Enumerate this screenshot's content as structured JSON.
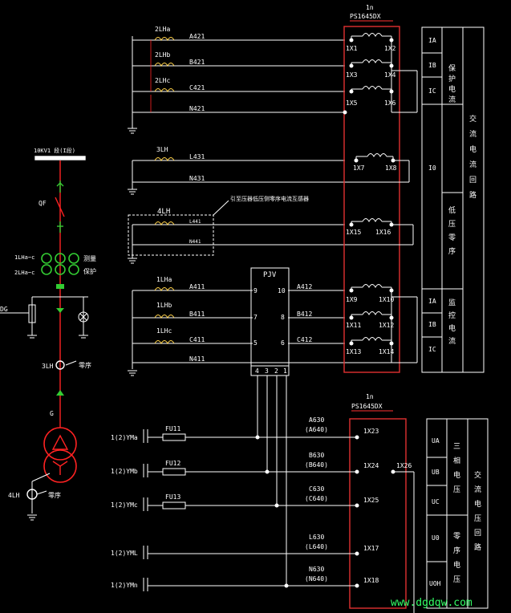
{
  "colors": {
    "background": "#000000",
    "wire": "#ffffff",
    "device": "#ff3333",
    "primary": "#ff2222",
    "current_transformer": "#ffd24a",
    "protection_box": "#e03030",
    "measurement_box": "#ff3333",
    "green_marks": "#33cc33",
    "watermark": "#33ff66"
  },
  "primary": {
    "bus_label": "10KV1 段(I段)",
    "qf": "QF",
    "ct_labels": [
      "1LHa~c",
      "2LHa~c"
    ],
    "ct_funcs": [
      "测量",
      "保护"
    ],
    "left_device": "DG",
    "zero_ct": "3LH",
    "zero_ct_func": "零序",
    "trans": "G",
    "zero_ct2": "4LH",
    "zero_ct2_func": "零序"
  },
  "ct_group1": [
    {
      "ct": "2LHa",
      "wire": "A421"
    },
    {
      "ct": "2LHb",
      "wire": "B421"
    },
    {
      "ct": "2LHc",
      "wire": "C421"
    },
    {
      "ct": "",
      "wire": "N421"
    }
  ],
  "ct_group2": [
    {
      "ct": "3LH",
      "wire": "L431"
    },
    {
      "ct": "",
      "wire": "N431"
    }
  ],
  "ct_group3": {
    "ct": "4LH",
    "wire1": "L441",
    "wire2": "N441",
    "note": "引至压器低压侧零序电流互感器"
  },
  "ct_group4": [
    {
      "ct": "1LHa",
      "wire": "A411",
      "pin": "9",
      "pin_out": "10",
      "wire_out": "A412"
    },
    {
      "ct": "1LHb",
      "wire": "B411",
      "pin": "7",
      "pin_out": "8",
      "wire_out": "B412"
    },
    {
      "ct": "1LHc",
      "wire": "C411",
      "pin": "5",
      "pin_out": "6",
      "wire_out": "C412"
    },
    {
      "ct": "",
      "wire": "N411",
      "pin": "",
      "pin_out": "",
      "wire_out": ""
    }
  ],
  "pjv": {
    "title": "PJV",
    "bottom_pins": [
      "4",
      "3",
      "2",
      "1"
    ]
  },
  "relay_top": {
    "head": "1n",
    "model": "PS1645DX",
    "terminals": [
      [
        "1X1",
        "1X2"
      ],
      [
        "1X3",
        "1X4"
      ],
      [
        "1X5",
        "1X6"
      ],
      [
        "1X7",
        "1X8"
      ],
      [
        "1X15",
        "1X16"
      ],
      [
        "1X9",
        "1X10"
      ],
      [
        "1X11",
        "1X12"
      ],
      [
        "1X13",
        "1X14"
      ]
    ]
  },
  "table_top": {
    "small": [
      "IA",
      "IB",
      "IC",
      "I0",
      "IA",
      "IB",
      "IC"
    ],
    "protect": "保护电流",
    "lowzero": "低压零序",
    "measure": "监控电流",
    "loop": "交流电流回路"
  },
  "voltage": {
    "buses": [
      "1(2)YMa",
      "1(2)YMb",
      "1(2)YMc",
      "1(2)YML",
      "1(2)YMn"
    ],
    "fuses": [
      "FU11",
      "FU12",
      "FU13"
    ],
    "wires": [
      [
        "A630",
        "(A640)"
      ],
      [
        "B630",
        "(B640)"
      ],
      [
        "C630",
        "(C640)"
      ],
      [
        "L630",
        "(L640)"
      ],
      [
        "N630",
        "(N640)"
      ]
    ],
    "terminals": [
      "1X23",
      "1X24",
      "1X25",
      "1X17",
      "1X18"
    ],
    "extra_terminal": "1X26"
  },
  "relay_bottom": {
    "head": "1n",
    "model": "PS1645DX"
  },
  "table_bottom": {
    "small": [
      "UA",
      "UB",
      "UC",
      "U0",
      "UOH"
    ],
    "threephase": "三相电压",
    "zero": "零序电压",
    "loop": "交流电压回路"
  },
  "watermark": "www.dgdqw.com"
}
